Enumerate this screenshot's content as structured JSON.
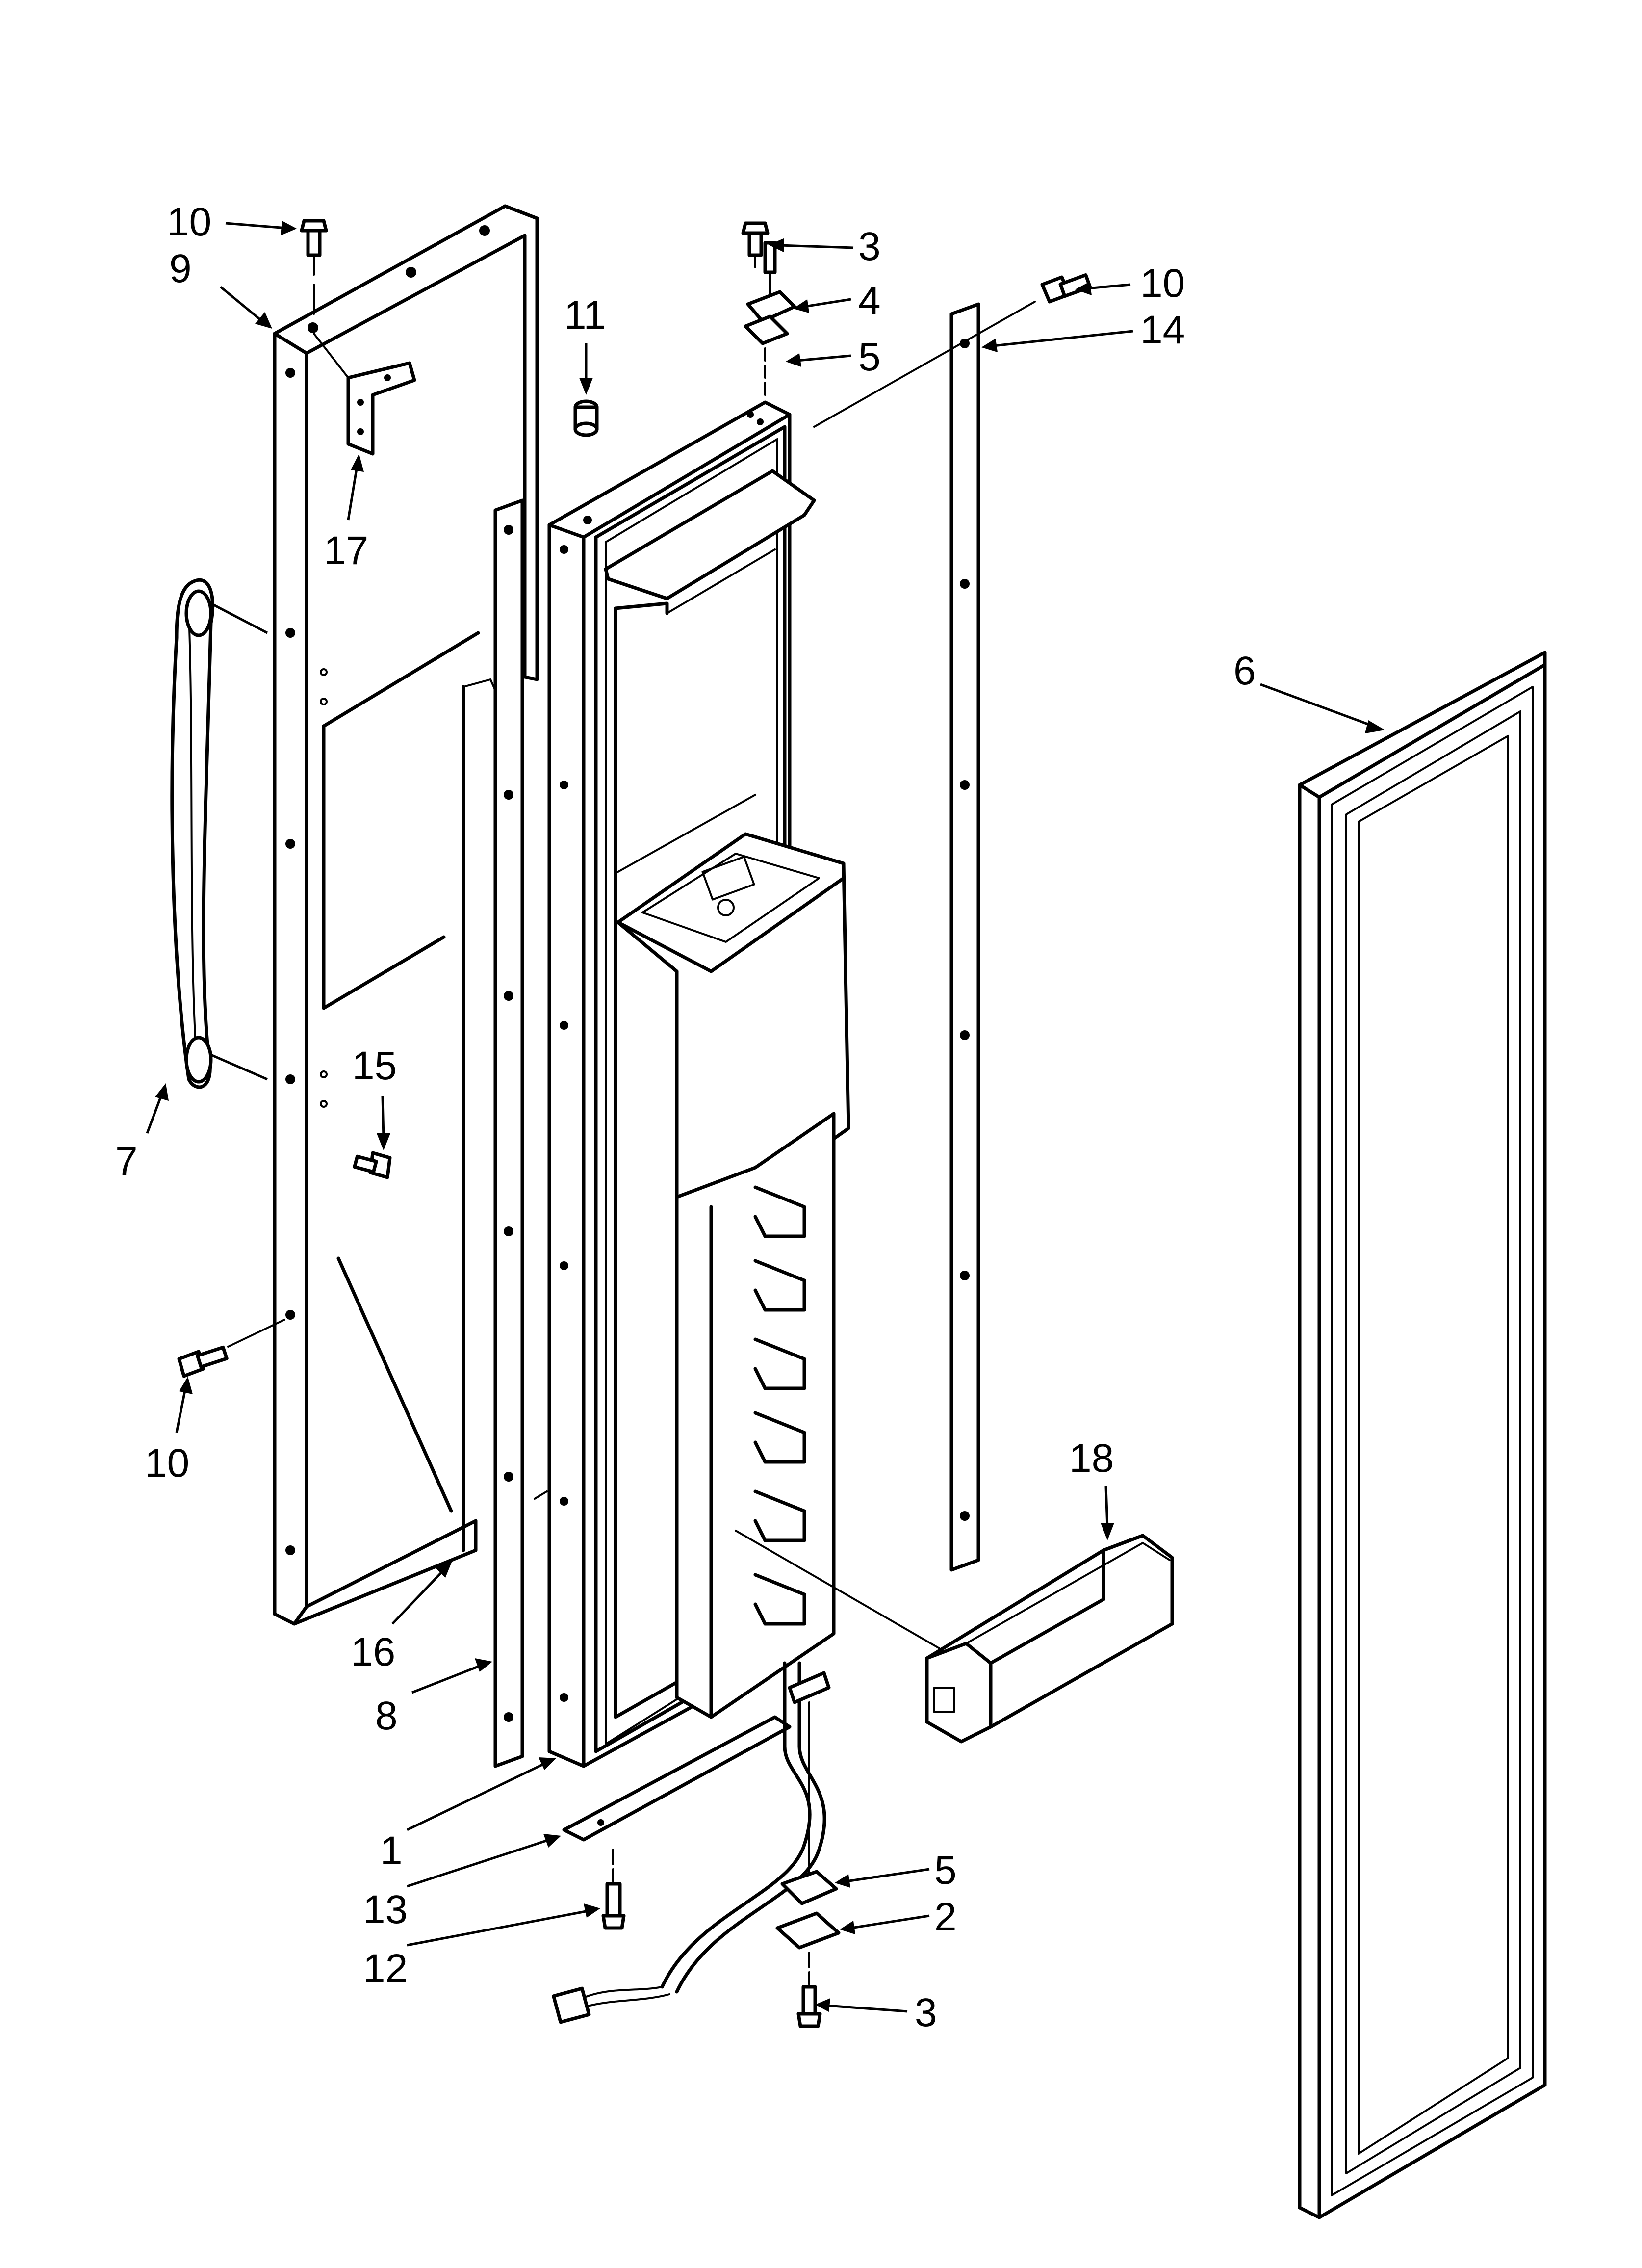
{
  "callouts": [
    {
      "id": "c10-top-left",
      "text": "10"
    },
    {
      "id": "c9",
      "text": "9"
    },
    {
      "id": "c17",
      "text": "17"
    },
    {
      "id": "c7",
      "text": "7"
    },
    {
      "id": "c15",
      "text": "15"
    },
    {
      "id": "c10-bottom-left",
      "text": "10"
    },
    {
      "id": "c16",
      "text": "16"
    },
    {
      "id": "c8",
      "text": "8"
    },
    {
      "id": "c1",
      "text": "1"
    },
    {
      "id": "c13",
      "text": "13"
    },
    {
      "id": "c12",
      "text": "12"
    },
    {
      "id": "c11",
      "text": "11"
    },
    {
      "id": "c3-top",
      "text": "3"
    },
    {
      "id": "c4",
      "text": "4"
    },
    {
      "id": "c5-top",
      "text": "5"
    },
    {
      "id": "c10-top-right",
      "text": "10"
    },
    {
      "id": "c14",
      "text": "14"
    },
    {
      "id": "c6",
      "text": "6"
    },
    {
      "id": "c18",
      "text": "18"
    },
    {
      "id": "c5-bottom",
      "text": "5"
    },
    {
      "id": "c2",
      "text": "2"
    },
    {
      "id": "c3-bottom",
      "text": "3"
    }
  ]
}
